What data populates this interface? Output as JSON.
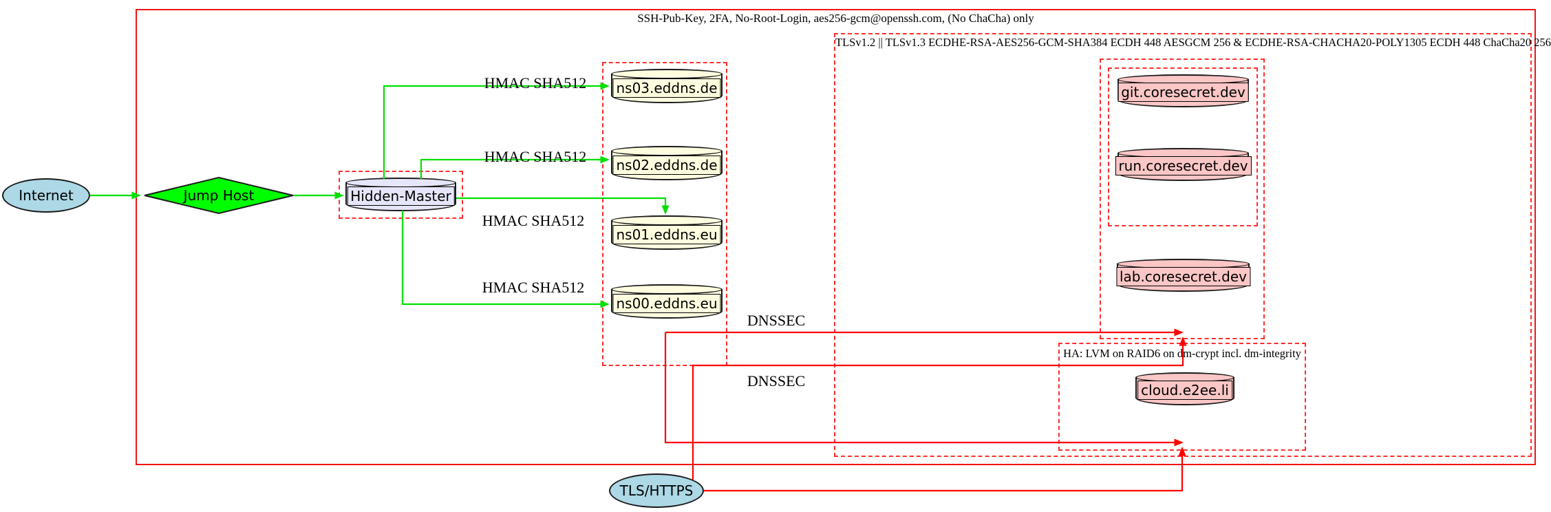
{
  "clusters": {
    "ssh": {
      "label": "SSH-Pub-Key, 2FA, No-Root-Login, aes256-gcm@openssh.com, (No ChaCha) only"
    },
    "tls": {
      "label": "TLSv1.2 || TLSv1.3 ECDHE-RSA-AES256-GCM-SHA384 ECDH 448 AESGCM 256 & ECDHE-RSA-CHACHA20-POLY1305 ECDH 448 ChaCha20 256"
    },
    "ha": {
      "label": "HA: LVM on RAID6 on dm-crypt incl. dm-integrity"
    }
  },
  "nodes": {
    "internet": "Internet",
    "jump_host": "Jump Host",
    "hidden_master": "Hidden-Master",
    "ns03": "ns03.eddns.de",
    "ns02": "ns02.eddns.de",
    "ns01": "ns01.eddns.eu",
    "ns00": "ns00.eddns.eu",
    "git": "git.coresecret.dev",
    "run": "run.coresecret.dev",
    "lab": "lab.coresecret.dev",
    "cloud": "cloud.e2ee.li",
    "tls_https": "TLS/HTTPS"
  },
  "edge_labels": {
    "hmac": "HMAC SHA512",
    "dnssec": "DNSSEC"
  },
  "edges": [
    {
      "from": "Internet",
      "to": "Jump Host",
      "color": "green",
      "label": ""
    },
    {
      "from": "Jump Host",
      "to": "Hidden-Master",
      "color": "green",
      "label": ""
    },
    {
      "from": "Hidden-Master",
      "to": "ns03.eddns.de",
      "color": "green",
      "label": "HMAC SHA512"
    },
    {
      "from": "Hidden-Master",
      "to": "ns02.eddns.de",
      "color": "green",
      "label": "HMAC SHA512"
    },
    {
      "from": "Hidden-Master",
      "to": "ns01.eddns.eu",
      "color": "green",
      "label": "HMAC SHA512"
    },
    {
      "from": "Hidden-Master",
      "to": "ns00.eddns.eu",
      "color": "green",
      "label": "HMAC SHA512"
    },
    {
      "from": "ns00.eddns.eu",
      "to": "coresecret cluster",
      "color": "red",
      "label": "DNSSEC"
    },
    {
      "from": "ns00.eddns.eu",
      "to": "HA cluster",
      "color": "red",
      "label": "DNSSEC"
    },
    {
      "from": "TLS/HTTPS",
      "to": "coresecret cluster",
      "color": "red",
      "label": ""
    },
    {
      "from": "TLS/HTTPS",
      "to": "HA cluster",
      "color": "red",
      "label": ""
    }
  ],
  "colors": {
    "internet_fill": "#add8e6",
    "jump_host_fill": "#00ff00",
    "master_fill": "#e6e6fa",
    "dns_fill": "#fffde0",
    "service_fill": "#fbc6c6",
    "green_edge": "#00e000",
    "red_edge": "#ff0000"
  }
}
